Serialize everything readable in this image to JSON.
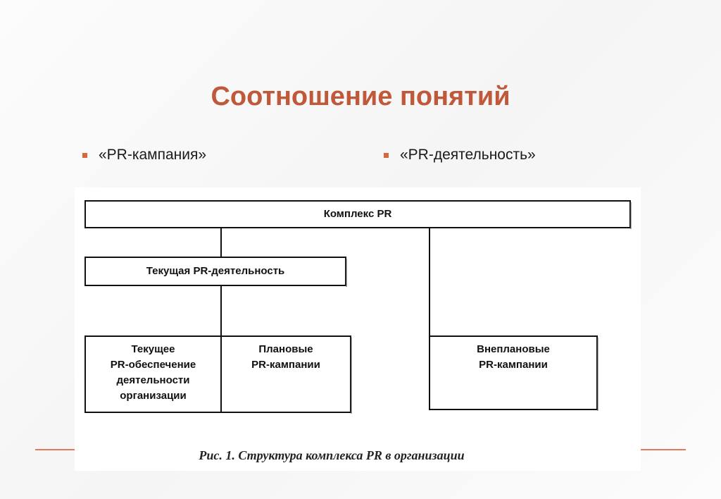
{
  "slide": {
    "title": "Соотношение понятий",
    "bullets": [
      "«PR-кампания»",
      "«PR-деятельность»"
    ]
  },
  "diagram": {
    "nodes": {
      "root": "Комплекс PR",
      "current": "Текущая PR-деятельность",
      "support": "Текущее\nPR-обеспечение\nдеятельности\nорганизации",
      "planned": "Плановые\nPR-кампании",
      "unplanned": "Внеплановые\nPR-кампании"
    },
    "caption": "Рис. 1. Структура комплекса PR в организации"
  },
  "colors": {
    "title": "#c0583a",
    "bullet_marker": "#d9663c",
    "accent_line": "#e07a5a"
  }
}
